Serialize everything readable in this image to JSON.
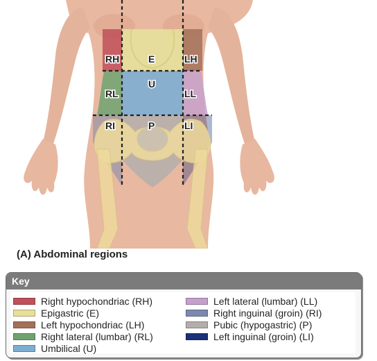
{
  "figure": {
    "region_labels": {
      "RH": "RH",
      "E": "E",
      "LH": "LH",
      "RL": "RL",
      "U": "U",
      "LL": "LL",
      "RI": "RI",
      "P": "P",
      "LI": "LI"
    }
  },
  "caption": "(A) Abdominal regions",
  "key": {
    "title": "Key",
    "items": [
      {
        "label": "Right hypochondriac (RH)",
        "color": "#c0505a"
      },
      {
        "label": "Epigastric (E)",
        "color": "#e6e09a"
      },
      {
        "label": "Left hypochondriac (LH)",
        "color": "#a37159"
      },
      {
        "label": "Right lateral (lumbar) (RL)",
        "color": "#6ea371"
      },
      {
        "label": "Umbilical (U)",
        "color": "#7daed1"
      },
      {
        "label": "Left lateral (lumbar) (LL)",
        "color": "#c5a0cc"
      },
      {
        "label": "Right inguinal (groin) (RI)",
        "color": "#7d8aad"
      },
      {
        "label": "Pubic (hypogastric) (P)",
        "color": "#b3aeac"
      },
      {
        "label": "Left inguinal (groin) (LI)",
        "color": "#1a3078"
      }
    ]
  }
}
